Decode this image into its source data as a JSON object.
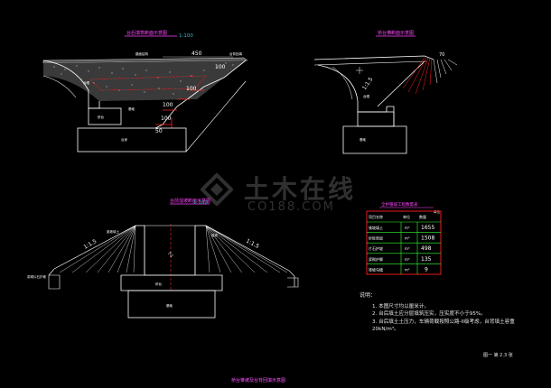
{
  "views": {
    "left_top": {
      "title": "台后填筑断面示意图",
      "scale": "1:100"
    },
    "right_top": {
      "title": "桥台横断面示意图"
    },
    "bottom_left": {
      "title": "台前溜坡断面示意图",
      "scale": "1:100"
    }
  },
  "dimensions": {
    "top_width": "450",
    "step_1": "100",
    "step_2": "100",
    "step_3": "100",
    "step_4": "100",
    "base": "50",
    "slope_top_right": "70",
    "slope_right": "1:1.5",
    "slope_left_bottom": "1:1.5",
    "slope_right_bottom": "1:1.5"
  },
  "labels": {
    "top_left_a": "路面结构",
    "top_left_b": "台背回填",
    "top_left_c": "台帽",
    "top_left_d": "基础",
    "top_left_e": "桥台",
    "top_left_f": "台身",
    "bottom_left_a": "锥坡填土",
    "bottom_left_b": "浆砌片石护坡",
    "bottom_left_c": "桥台",
    "bottom_left_d": "基础",
    "bottom_right_a": "锥坡"
  },
  "table": {
    "title": "全桥锥坡工程数量表",
    "unit_note": "单位",
    "header": [
      "项目名称",
      "单位",
      "数量"
    ],
    "rows": [
      [
        "锥坡填土",
        "m³",
        "1655"
      ],
      [
        "砂砾垫层",
        "m³",
        "1508"
      ],
      [
        "片石护坡",
        "m³",
        "498"
      ],
      [
        "浆砌护脚",
        "m³",
        "135"
      ],
      [
        "锥坡勾缝",
        "m²",
        "9"
      ]
    ]
  },
  "notes": {
    "head": "说明：",
    "items": [
      "1. 本图尺寸均以厘米计。",
      "2. 台后填土应分层填筑压实，压实度不小于95%。",
      "3. 台后填土土压力，车辆荷载按照公路-II级考虑，台背填土容重20kN/m³。"
    ]
  },
  "sheet_no": "图一 第 2.3 张",
  "drawing_title": "桥台锥坡及台背回填示意图",
  "watermark": {
    "name": "土木在线",
    "url": "CO188.COM"
  },
  "colors": {
    "background": "#000000",
    "line": "#ffffff",
    "magenta": "#ff44ff",
    "red": "#ff2020",
    "cyan": "#3cb8c8",
    "green": "#33ff33"
  }
}
